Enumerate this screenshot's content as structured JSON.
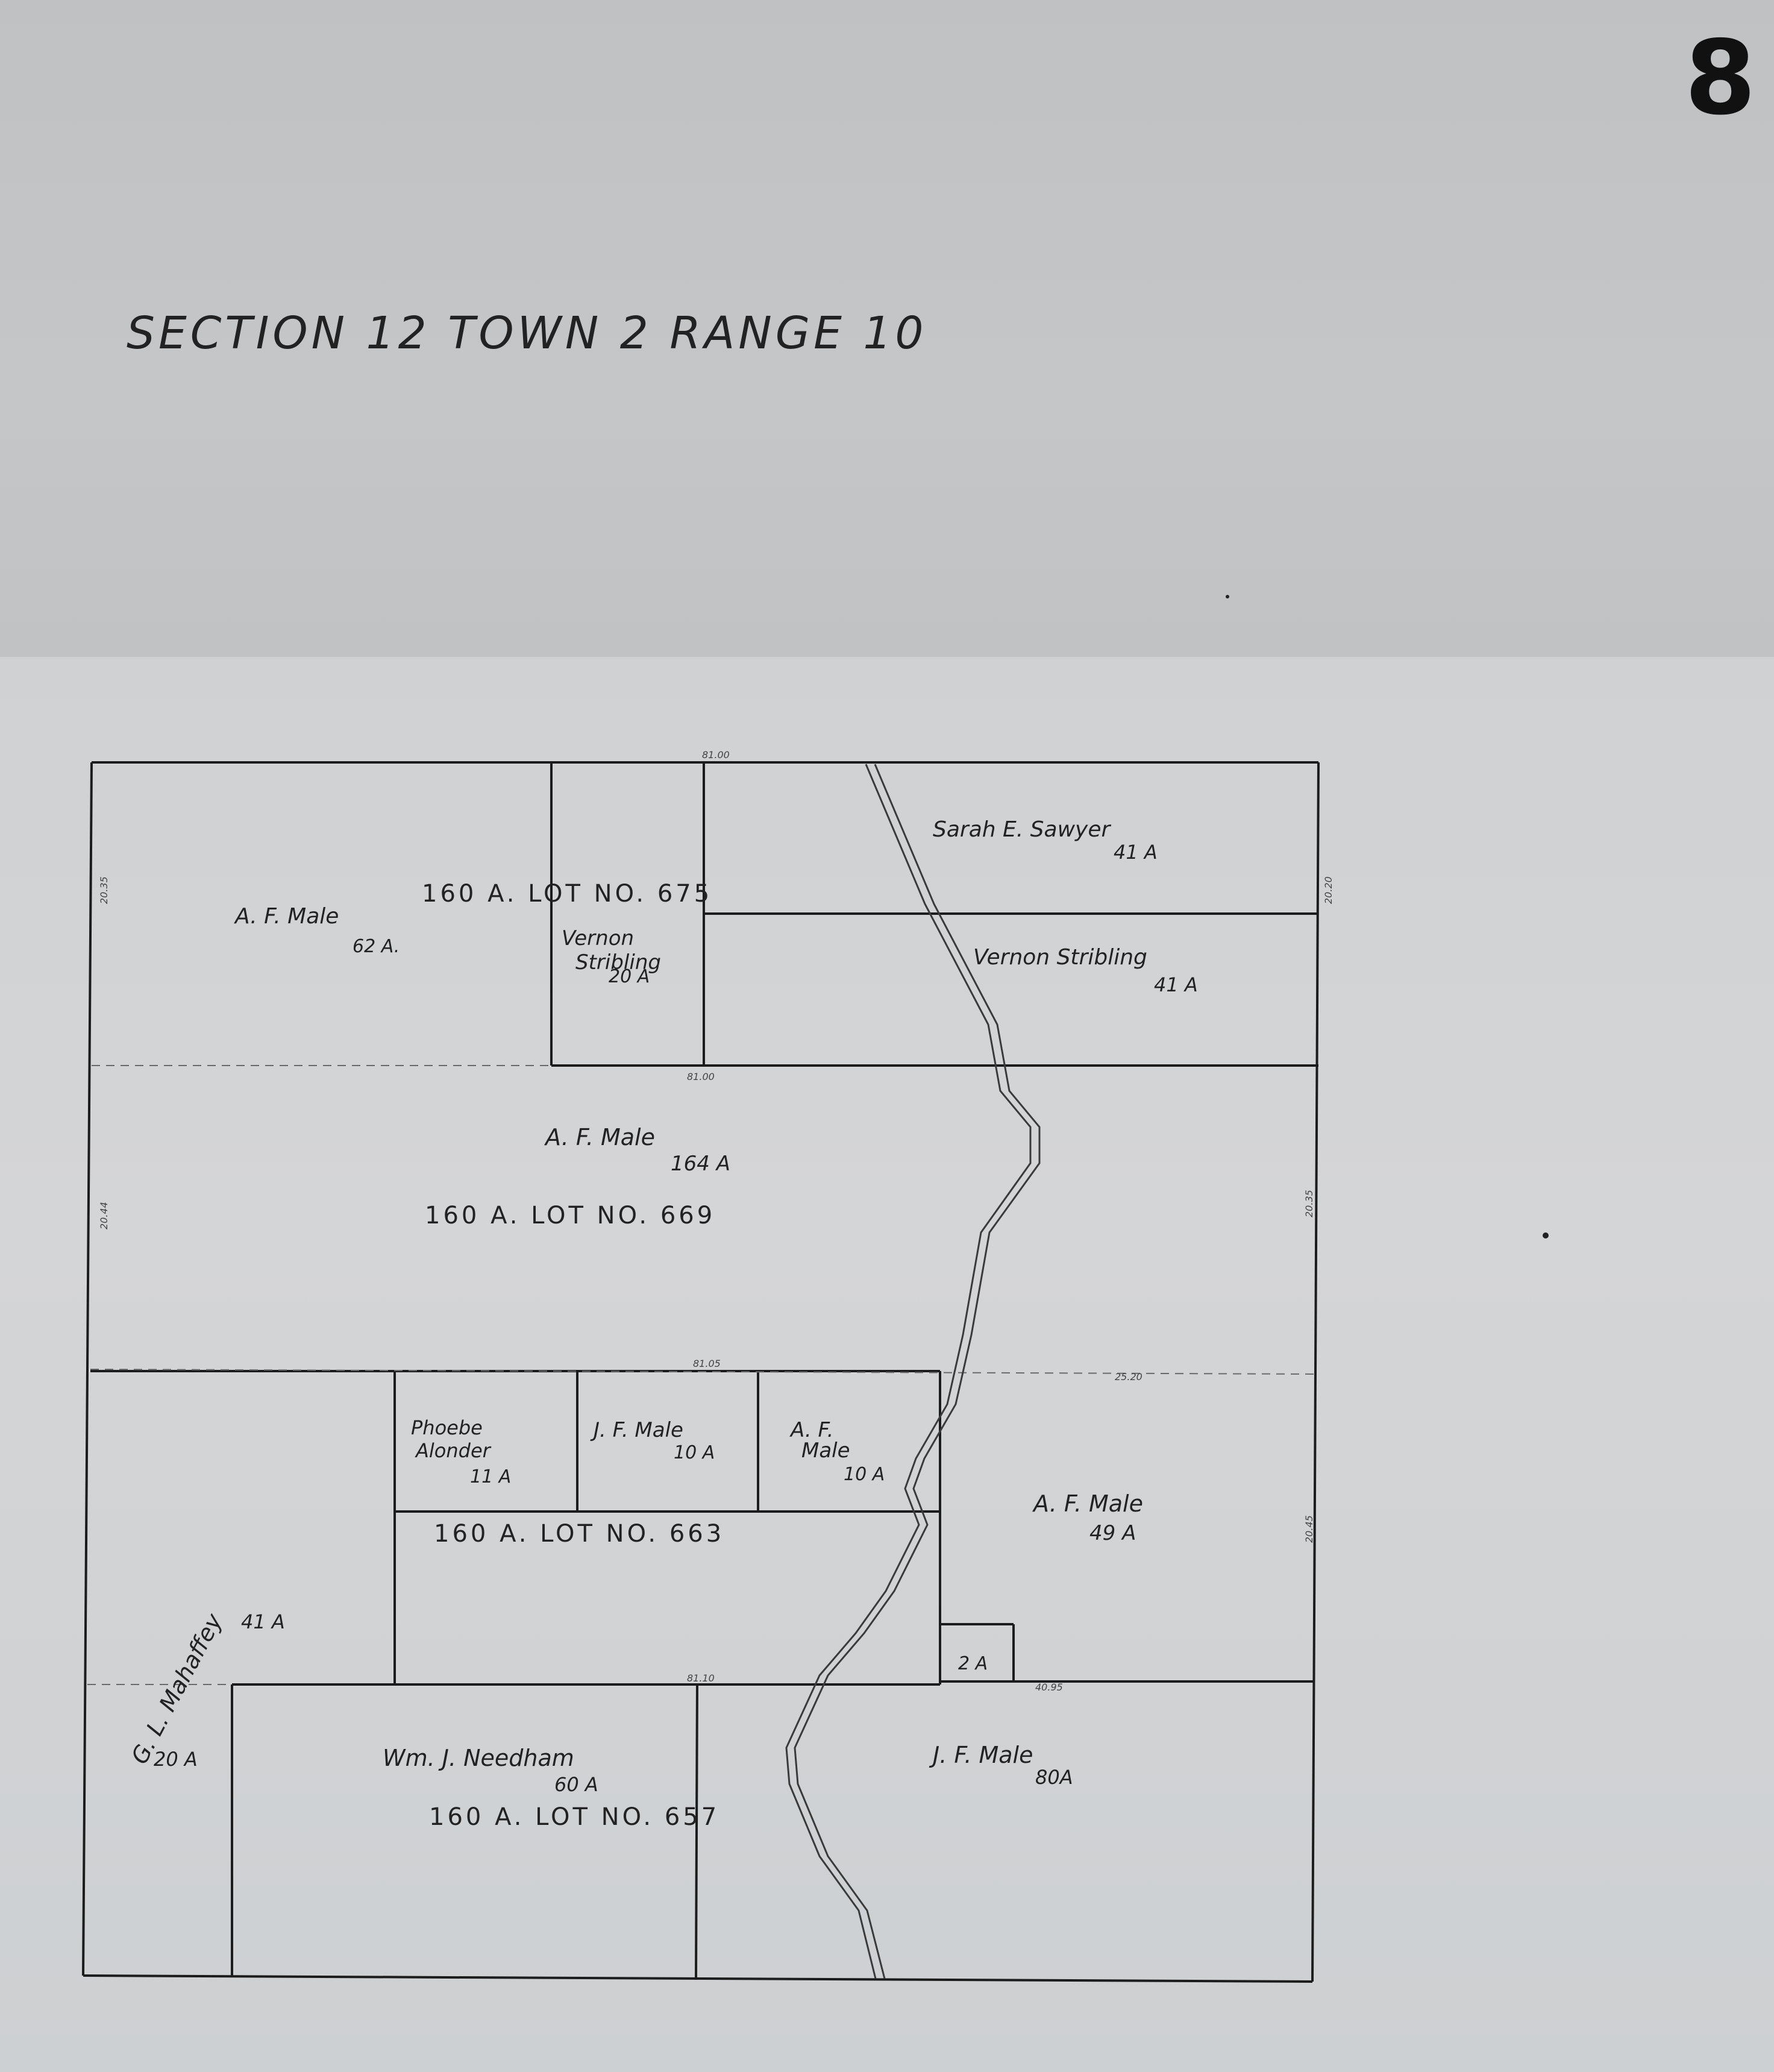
{
  "sheet_number": "8",
  "title": "SECTION 12  TOWN  2  RANGE 10",
  "lots": {
    "lot_675": "160 A. LOT NO. 675",
    "lot_669": "160 A. LOT NO. 669",
    "lot_663": "160 A. LOT NO. 663",
    "lot_657": "160 A. LOT NO. 657"
  },
  "parcels": {
    "af_male_62": {
      "name": "A. F. Male",
      "acres": "62 A."
    },
    "vernon_stribling_20": {
      "name1": "Vernon",
      "name2": "Stribling",
      "acres": "20 A"
    },
    "sarah_sawyer": {
      "name": "Sarah E. Sawyer",
      "acres": "41 A"
    },
    "vernon_stribling_41": {
      "name": "Vernon Stribling",
      "acres": "41 A"
    },
    "af_male_164": {
      "name": "A. F. Male",
      "acres": "164 A"
    },
    "phoebe_alonder": {
      "name1": "Phoebe",
      "name2": "Alonder",
      "acres": "11 A"
    },
    "jf_male_10": {
      "name": "J. F. Male",
      "acres": "10 A"
    },
    "af_male_10": {
      "name1": "A. F.",
      "name2": "Male",
      "acres": "10 A"
    },
    "af_male_49": {
      "name": "A. F. Male",
      "acres": "49 A"
    },
    "gl_mahaffey": {
      "name": "G. L. Mahaffey",
      "acres1": "41 A",
      "acres2": "20 A"
    },
    "small_2a": {
      "acres": "2 A"
    },
    "needham": {
      "name": "Wm. J. Needham",
      "acres": "60 A"
    },
    "jf_male_80": {
      "name": "J. F. Male",
      "acres": "80A"
    }
  },
  "dimensions": {
    "top": "81.00",
    "mid1": "81.00",
    "mid2": "81.05",
    "mid3": "81.10",
    "right_mid": "25.20",
    "small_right": "40.95",
    "left_top": "20.35",
    "left_mid": "20.44",
    "right_top": "20.20",
    "right_center": "20.35",
    "right_low": "20.45"
  },
  "colors": {
    "ink": "#1c1c1c",
    "paper_top": "#c4c6c8",
    "paper_bottom": "#d2d4d6"
  }
}
